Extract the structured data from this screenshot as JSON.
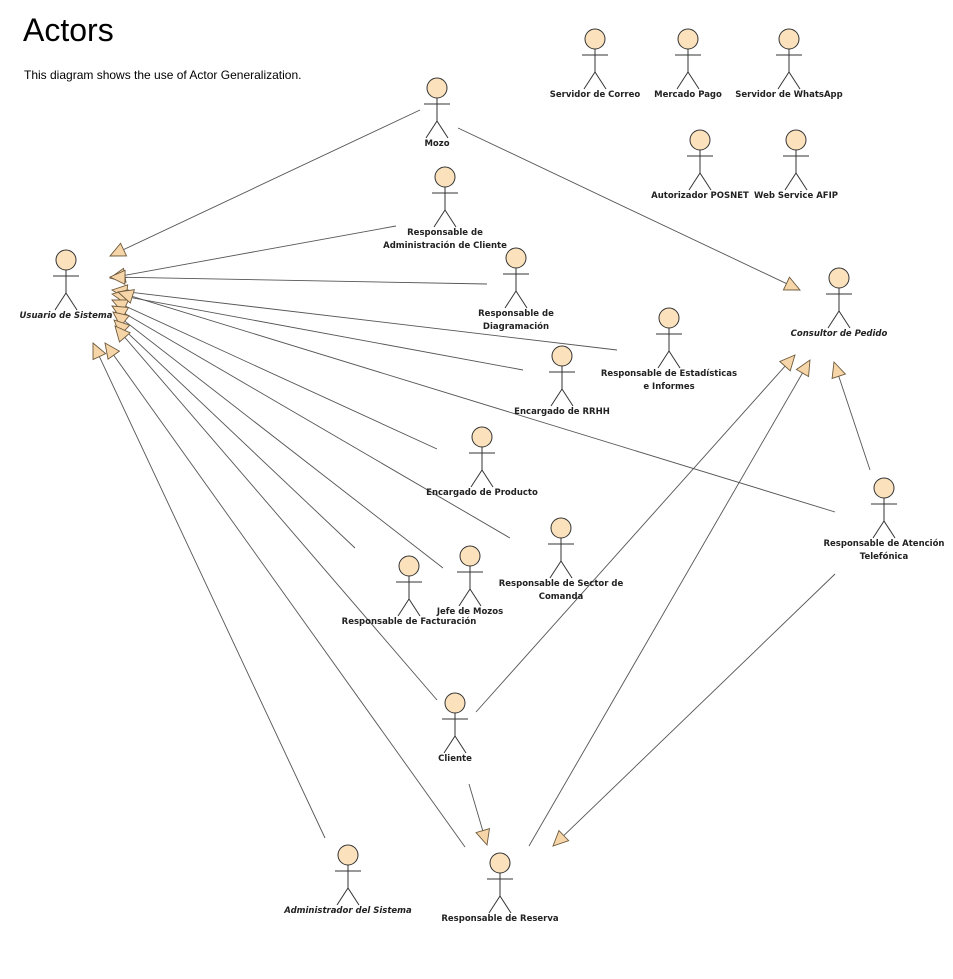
{
  "diagram": {
    "title": "Actors",
    "description": "This diagram shows the use of Actor Generalization."
  },
  "colors": {
    "actor_fill": "#fbe2bd",
    "actor_stroke": "#333333",
    "arrow_fill": "#f6d5a8",
    "line": "#555555"
  },
  "actors": {
    "mozo": {
      "lines": [
        "Mozo"
      ]
    },
    "usuario_sistema": {
      "lines": [
        "Usuario de Sistema"
      ],
      "abstract": true
    },
    "resp_admin_cliente": {
      "lines": [
        "Responsable de",
        "Administración de Cliente"
      ]
    },
    "resp_diagramacion": {
      "lines": [
        "Responsable de",
        "Diagramación"
      ]
    },
    "resp_estadisticas": {
      "lines": [
        "Responsable de Estadísticas",
        "e Informes"
      ]
    },
    "encargado_rrhh": {
      "lines": [
        "Encargado de RRHH"
      ]
    },
    "encargado_producto": {
      "lines": [
        "Encargado de Producto"
      ]
    },
    "resp_sector_comanda": {
      "lines": [
        "Responsable de Sector de",
        "Comanda"
      ]
    },
    "jefe_mozos": {
      "lines": [
        "Jefe de Mozos"
      ]
    },
    "resp_facturacion": {
      "lines": [
        "Responsable de Facturación"
      ]
    },
    "cliente": {
      "lines": [
        "Cliente"
      ]
    },
    "admin_sistema": {
      "lines": [
        "Administrador del Sistema"
      ],
      "abstract": true
    },
    "resp_reserva": {
      "lines": [
        "Responsable de Reserva"
      ]
    },
    "consultor_pedido": {
      "lines": [
        "Consultor de Pedido"
      ],
      "abstract": true
    },
    "resp_atencion_tel": {
      "lines": [
        "Responsable de Atención",
        "Telefónica"
      ]
    },
    "servidor_correo": {
      "lines": [
        "Servidor de Correo"
      ]
    },
    "mercado_pago": {
      "lines": [
        "Mercado Pago"
      ]
    },
    "servidor_whatsapp": {
      "lines": [
        "Servidor de WhatsApp"
      ]
    },
    "autorizador_posnet": {
      "lines": [
        "Autorizador POSNET"
      ]
    },
    "web_service_afip": {
      "lines": [
        "Web Service AFIP"
      ]
    }
  },
  "generalizations": [
    {
      "from": "mozo",
      "to": "usuario_sistema"
    },
    {
      "from": "mozo",
      "to": "consultor_pedido"
    },
    {
      "from": "resp_admin_cliente",
      "to": "usuario_sistema"
    },
    {
      "from": "resp_diagramacion",
      "to": "usuario_sistema"
    },
    {
      "from": "resp_estadisticas",
      "to": "usuario_sistema"
    },
    {
      "from": "encargado_rrhh",
      "to": "usuario_sistema"
    },
    {
      "from": "encargado_producto",
      "to": "usuario_sistema"
    },
    {
      "from": "resp_sector_comanda",
      "to": "usuario_sistema"
    },
    {
      "from": "jefe_mozos",
      "to": "usuario_sistema"
    },
    {
      "from": "resp_facturacion",
      "to": "usuario_sistema"
    },
    {
      "from": "cliente",
      "to": "usuario_sistema"
    },
    {
      "from": "resp_atencion_tel",
      "to": "usuario_sistema"
    },
    {
      "from": "admin_sistema",
      "to": "usuario_sistema"
    },
    {
      "from": "resp_reserva",
      "to": "usuario_sistema"
    },
    {
      "from": "cliente",
      "to": "consultor_pedido"
    },
    {
      "from": "resp_reserva",
      "to": "consultor_pedido"
    },
    {
      "from": "resp_atencion_tel",
      "to": "consultor_pedido"
    },
    {
      "from": "cliente",
      "to": "resp_reserva"
    },
    {
      "from": "resp_atencion_tel",
      "to": "resp_reserva"
    }
  ]
}
